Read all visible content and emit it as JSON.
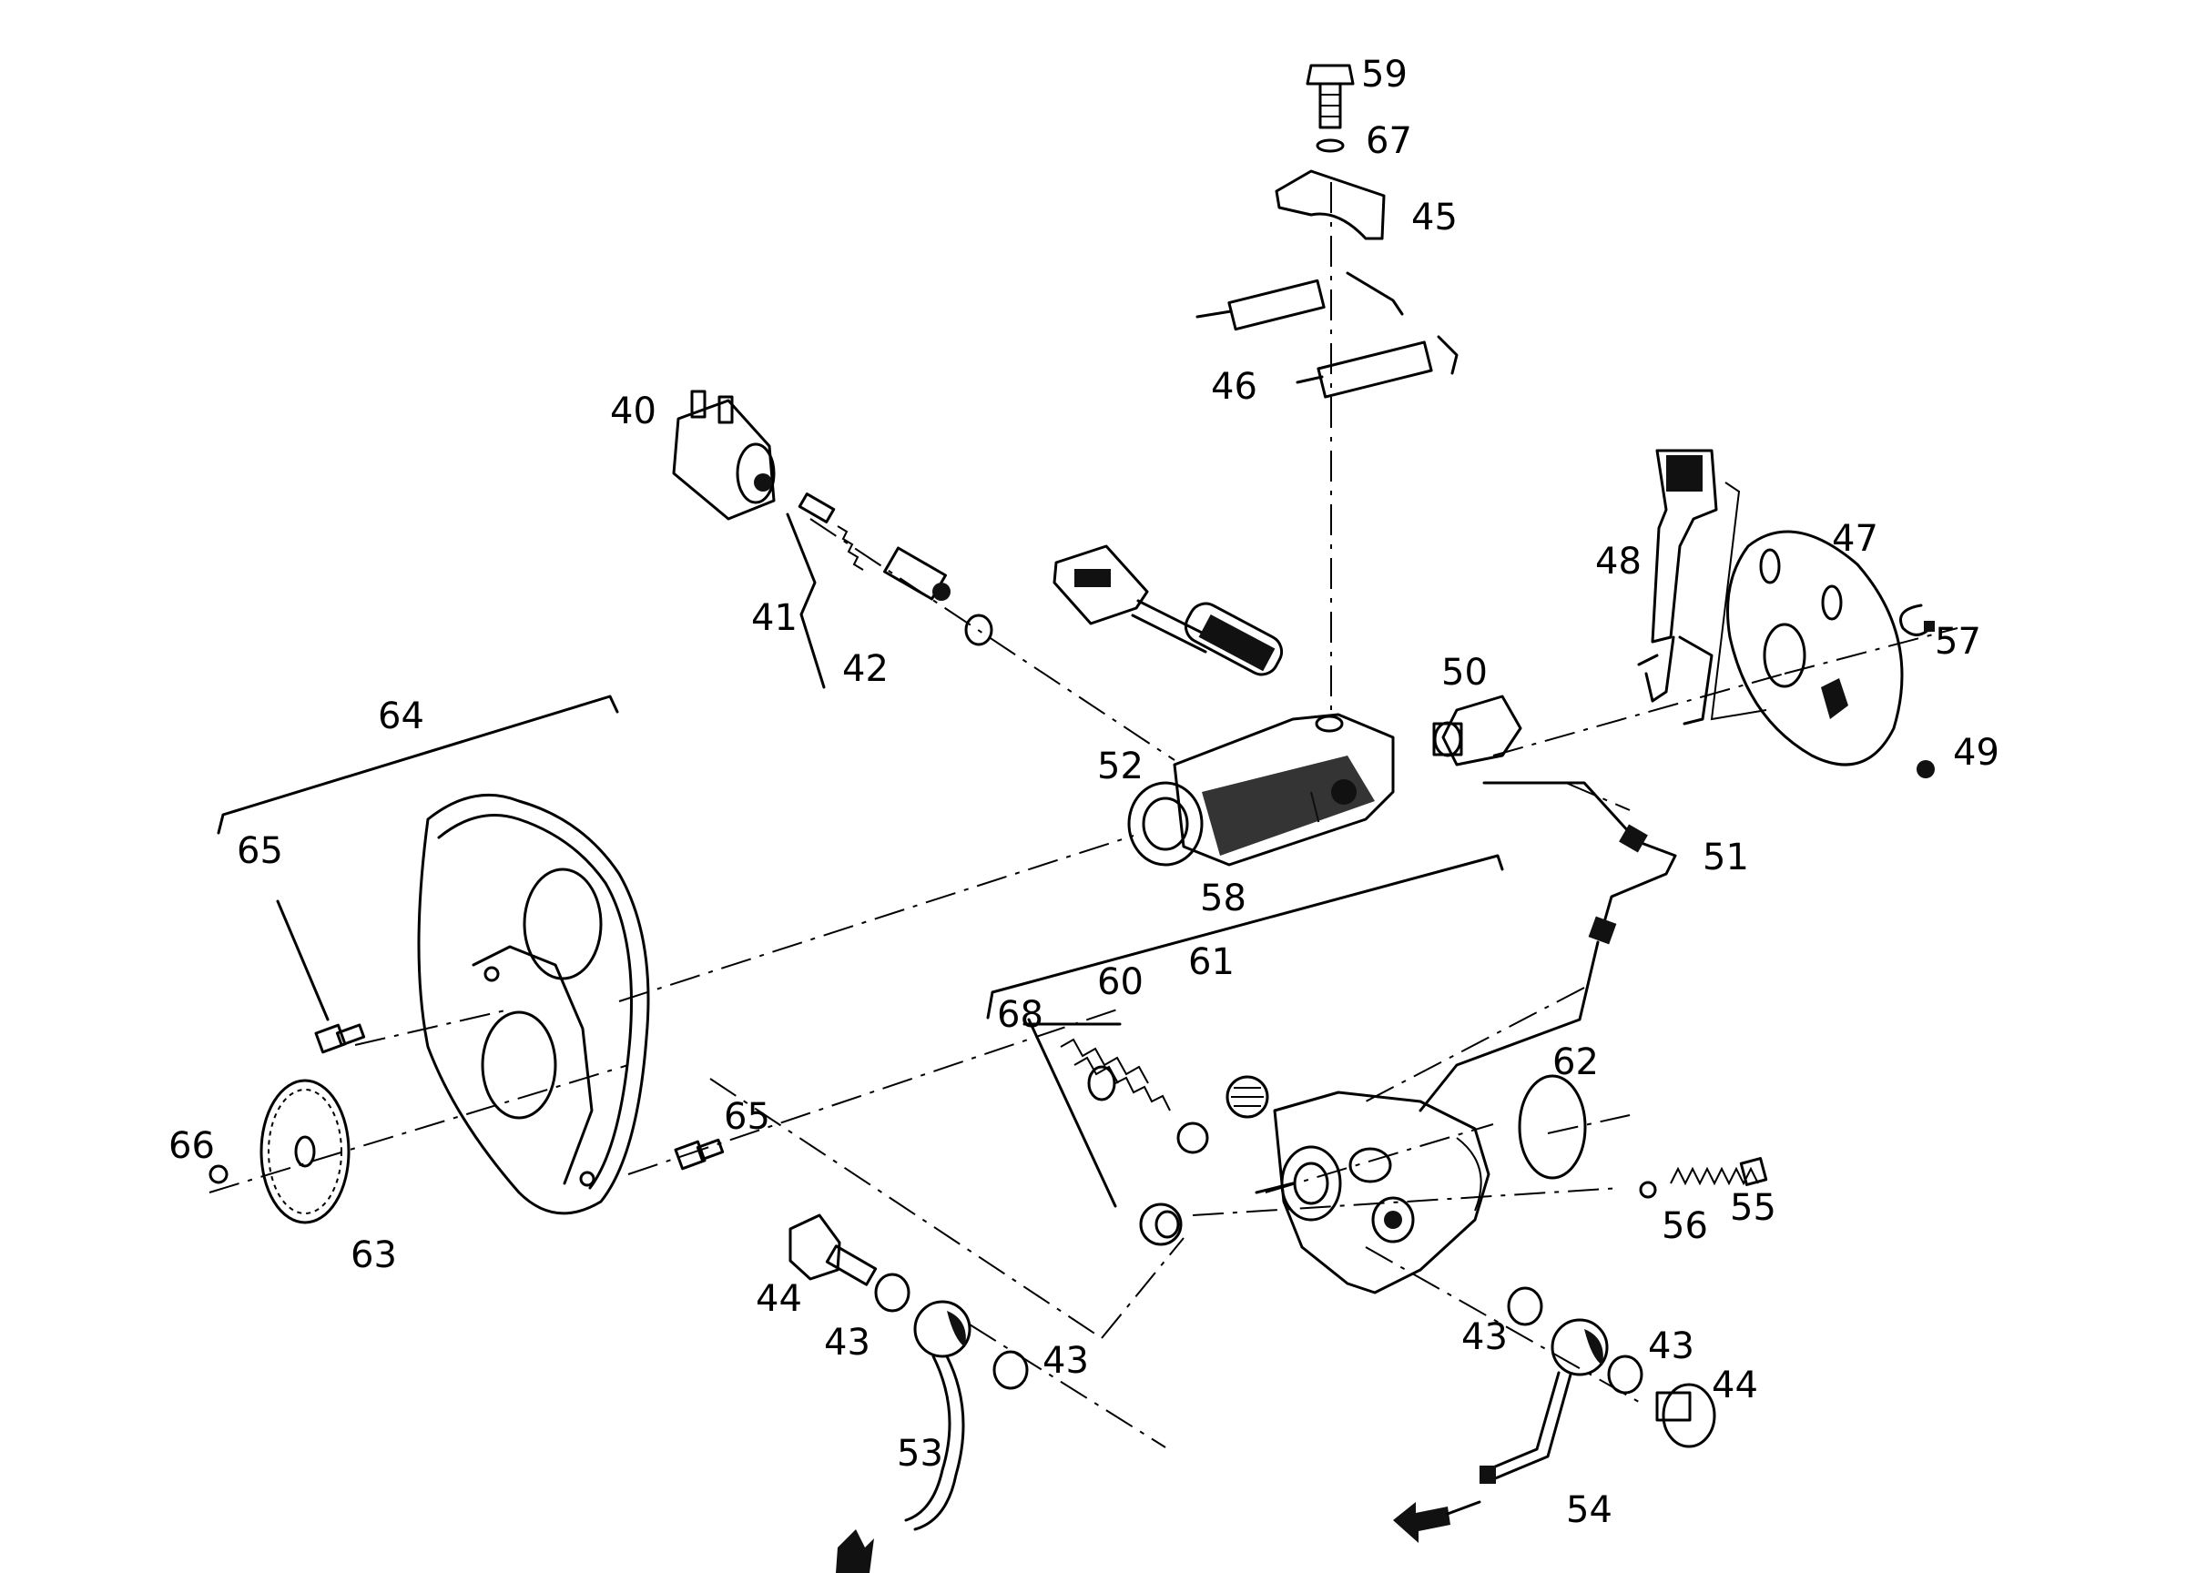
{
  "diagram": {
    "callouts": [
      "40",
      "41",
      "42",
      "43",
      "43",
      "43",
      "43",
      "44",
      "44",
      "45",
      "46",
      "47",
      "48",
      "49",
      "50",
      "51",
      "52",
      "53",
      "54",
      "55",
      "56",
      "57",
      "58",
      "59",
      "60",
      "61",
      "62",
      "63",
      "64",
      "65",
      "65",
      "66",
      "67",
      "68"
    ],
    "labels": {
      "c59": "59",
      "c67": "67",
      "c45": "45",
      "c46": "46",
      "c40": "40",
      "c41": "41",
      "c42": "42",
      "c48": "48",
      "c47": "47",
      "c57": "57",
      "c50": "50",
      "c49": "49",
      "c52": "52",
      "c64": "64",
      "c65a": "65",
      "c51": "51",
      "c58": "58",
      "c60": "60",
      "c61": "61",
      "c68": "68",
      "c62": "62",
      "c66": "66",
      "c65b": "65",
      "c56": "56",
      "c55": "55",
      "c63": "63",
      "c44a": "44",
      "c43a": "43",
      "c43b": "43",
      "c43c": "43",
      "c43d": "43",
      "c44b": "44",
      "c53": "53",
      "c54": "54"
    },
    "arrows": [
      "flow-in-arrow",
      "flow-out-arrow"
    ]
  }
}
